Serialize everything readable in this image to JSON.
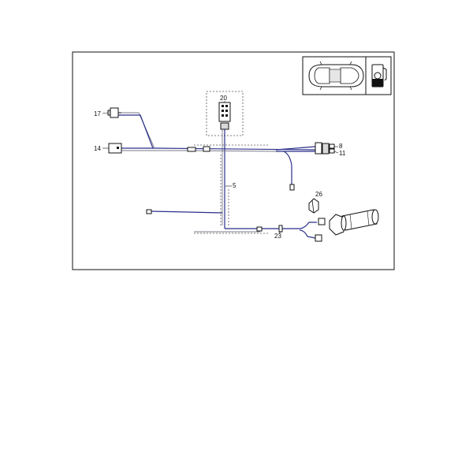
{
  "callouts": {
    "c17": "17",
    "c14": "14",
    "c20": "20",
    "c8": "8",
    "c11": "11",
    "c5": "5",
    "c26": "26",
    "c23": "23"
  },
  "colors": {
    "wire": "#2a2f8a",
    "frame": "#111111",
    "background": "#ffffff"
  },
  "icons": {
    "vehicle": "car-top-view-icon",
    "fuel": "fuel-pump-icon"
  }
}
